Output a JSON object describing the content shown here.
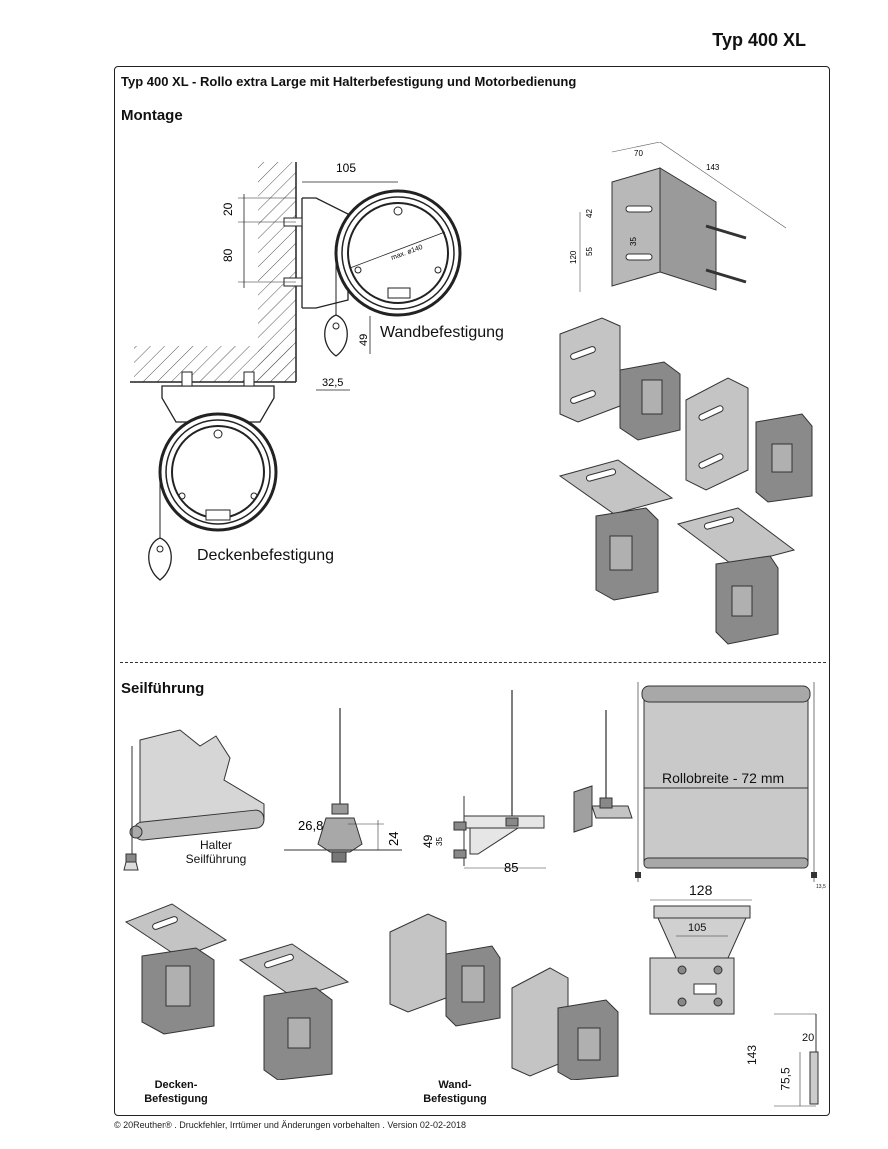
{
  "header": {
    "title": "Typ 400 XL"
  },
  "frame": {
    "title": "Typ 400 XL -  Rollo extra Large mit Halterbefestigung und Motorbedienung"
  },
  "montage": {
    "title": "Montage",
    "wall_label": "Wandbefestigung",
    "ceiling_label": "Deckenbefestigung",
    "dimensions": {
      "width_105": "105",
      "dim_20": "20",
      "dim_80": "80",
      "dim_49": "49",
      "dim_32_5": "32,5",
      "max_diameter": "max. ø140"
    },
    "iso_dimensions": {
      "d70": "70",
      "d143": "143",
      "d120": "120",
      "d55": "55",
      "d42": "42",
      "d35": "35"
    }
  },
  "seil": {
    "title": "Seilführung",
    "halter_label_1": "Halter",
    "halter_label_2": "Seilführung",
    "dims": {
      "d26_8": "26,8",
      "d24": "24",
      "d49": "49",
      "d35": "35",
      "d85": "85"
    },
    "rollo_label": "Rollobreite - 72 mm",
    "rollo_small": "13,5",
    "d128": "128",
    "d105": "105",
    "d143": "143",
    "d20": "20",
    "d75_5": "75,5",
    "decken_label_1": "Decken-",
    "decken_label_2": "Befestigung",
    "wand_label_1": "Wand-",
    "wand_label_2": "Befestigung"
  },
  "footer": {
    "text": "© 20Reuther® . Druckfehler, Irrtümer und Änderungen vorbehalten . Version 02-02-2018"
  }
}
